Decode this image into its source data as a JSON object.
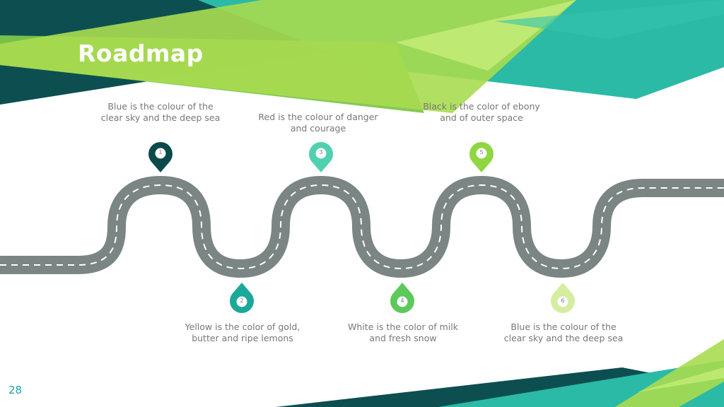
{
  "slide": {
    "title": "Roadmap",
    "page_number": "28"
  },
  "milestones": [
    {
      "number": "1",
      "text": "Blue is the colour of the clear sky and the deep sea",
      "color": "#0a4a4c"
    },
    {
      "number": "2",
      "text": "Yellow is the color of gold, butter and ripe lemons",
      "color": "#1aa99a"
    },
    {
      "number": "3",
      "text": "Red is the colour of danger and courage",
      "color": "#4fd1b0"
    },
    {
      "number": "4",
      "text": "White is the color of milk and fresh snow",
      "color": "#5cc95a"
    },
    {
      "number": "5",
      "text": "Black is the color of ebony and of outer space",
      "color": "#8fd640"
    },
    {
      "number": "6",
      "text": "Blue is the colour of the clear sky and the deep sea",
      "color": "#d4ed9f"
    }
  ],
  "colors": {
    "dark_teal": "#0a4a4c",
    "teal": "#2bbaa6",
    "lime": "#b5e55e",
    "green": "#7ccf45",
    "road": "#7a8584"
  }
}
